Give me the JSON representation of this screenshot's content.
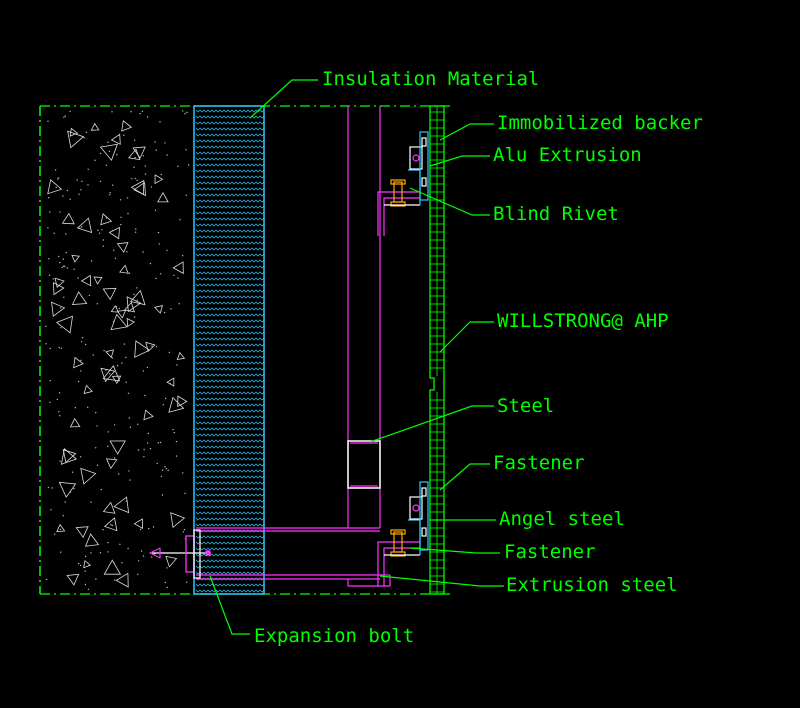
{
  "colors": {
    "background": "#000000",
    "green": "#00ff00",
    "cyan": "#2ec8ff",
    "magenta": "#ff33ff",
    "white": "#ffffff",
    "orange": "#ffaa00",
    "dim": "#cccccc"
  },
  "labels": {
    "insulation": "Insulation Material",
    "immobilized_backer": "Immobilized backer",
    "alu_extrusion": "Alu Extrusion",
    "blind_rivet": "Blind Rivet",
    "panel": "WILLSTRONG@ AHP",
    "steel": "Steel",
    "fastener_top": "Fastener",
    "angel_steel": "Angel steel",
    "fastener_bottom": "Fastener",
    "extrusion_steel": "Extrusion steel",
    "expansion_bolt": "Expansion bolt"
  }
}
